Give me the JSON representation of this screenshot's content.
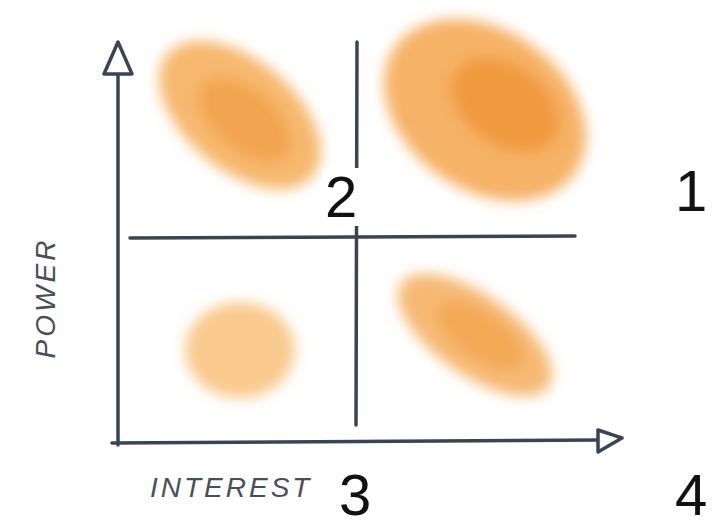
{
  "diagram": {
    "labels": [
      "POWER",
      "INTEREST",
      "1",
      "2",
      "3",
      "4"
    ]
  }
}
